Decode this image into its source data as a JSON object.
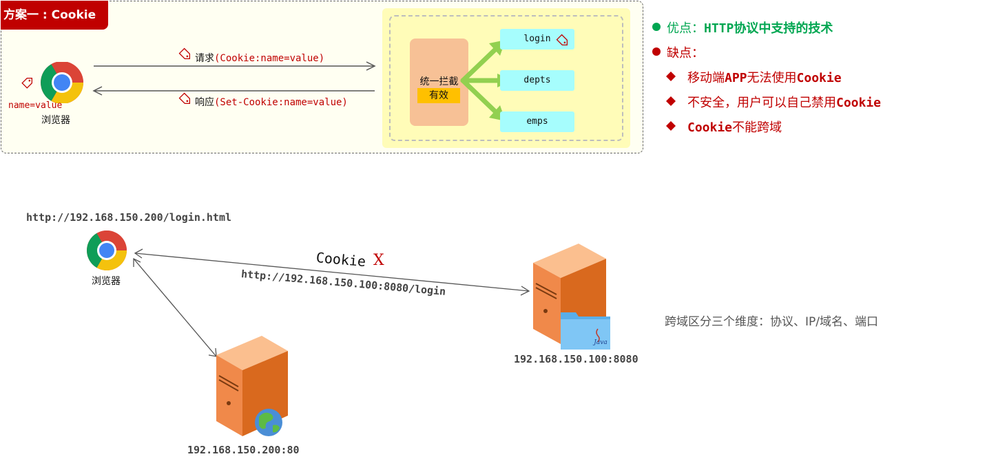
{
  "top": {
    "title": "方案一 : Cookie",
    "request_prefix": "请求",
    "request_code": "(Cookie:name=value)",
    "response_prefix": "响应",
    "response_code": "(Set-Cookie:name=value)",
    "browser_cookie": "name=value",
    "browser_label": "浏览器",
    "filter_label": "统一拦截",
    "filter_valid": "有效",
    "endpoints": [
      "login",
      "depts",
      "emps"
    ]
  },
  "pros_cons": {
    "pro_prefix": "优点：",
    "pro_text": "HTTP协议中支持的技术",
    "con_label": "缺点：",
    "cons": [
      {
        "before": "移动端",
        "code1": "APP",
        "middle": "无法使用",
        "code2": "Cookie"
      },
      {
        "before": "不安全，用户可以自己禁用",
        "code1": "",
        "middle": "",
        "code2": "Cookie"
      },
      {
        "before": "",
        "code1": "Cookie",
        "middle": "不能跨域",
        "code2": ""
      }
    ]
  },
  "bottom": {
    "browser_url": "http://192.168.150.200/login.html",
    "browser_label": "浏览器",
    "cookie_label": "Cookie",
    "cookie_cross": "X",
    "request_url": "http://192.168.150.100:8080/login",
    "server_backend": "192.168.150.100:8080",
    "server_front": "192.168.150.200:80",
    "java_label": "Java",
    "cross_domain_note": "跨域区分三个维度：协议、IP/域名、端口"
  },
  "colors": {
    "accent_red": "#c00000",
    "green": "#00a651",
    "endpoint_bg": "#a6fdfd",
    "filter_bg": "#f7c196",
    "panel_bg": "#fffcb8"
  }
}
